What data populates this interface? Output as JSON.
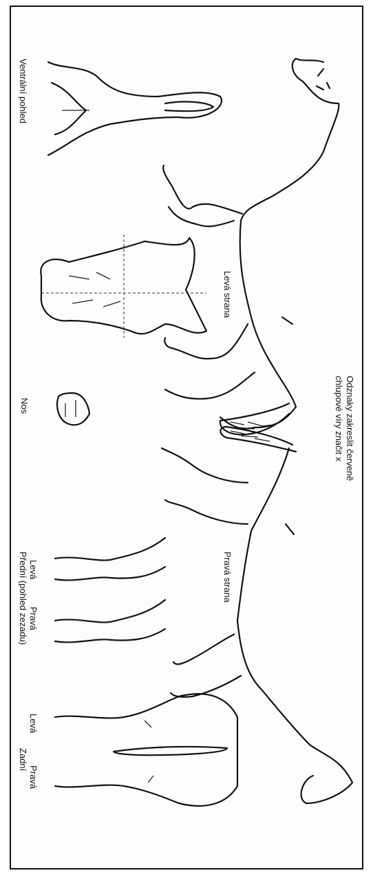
{
  "labels": {
    "instructions_line1": "Odznaky zakreslit červeně",
    "instructions_line2": "chlupové víry značit  x",
    "ventral_view": "Ventrální pohled",
    "left_side": "Levá strana",
    "nose": "Nos",
    "right_side": "Pravá strana",
    "front_left": "Levá",
    "front_right": "Pravá",
    "front_caption": "Přední (pohled zezadu)",
    "hind_left": "Levá",
    "hind_right": "Pravá",
    "hind_caption": "Zadní"
  },
  "colors": {
    "line": "#111111",
    "paper": "#fdfdfb",
    "hatch": "#555555"
  }
}
